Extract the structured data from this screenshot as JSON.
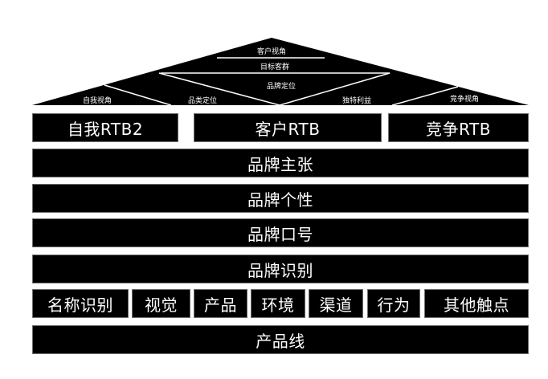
{
  "roof": {
    "apex_label": "客户视角",
    "target_label": "目标客群",
    "center_label": "品牌定位",
    "left_outer_label": "自我视角",
    "left_inner_label": "品类定位",
    "right_inner_label": "独特利益",
    "right_outer_label": "竞争视角"
  },
  "rtb_row": [
    {
      "label": "自我RTB2"
    },
    {
      "label": "客户RTB"
    },
    {
      "label": "竞争RTB"
    }
  ],
  "bands": {
    "proposition": "品牌主张",
    "personality": "品牌个性",
    "slogan": "品牌口号",
    "identity": "品牌识别"
  },
  "touchpoints": [
    {
      "label": "名称识别"
    },
    {
      "label": "视觉"
    },
    {
      "label": "产品"
    },
    {
      "label": "环境"
    },
    {
      "label": "渠道"
    },
    {
      "label": "行为"
    },
    {
      "label": "其他触点"
    }
  ],
  "foundation": {
    "label": "产品线"
  },
  "colors": {
    "fill": "#000000",
    "text": "#ffffff",
    "background": "#ffffff"
  }
}
